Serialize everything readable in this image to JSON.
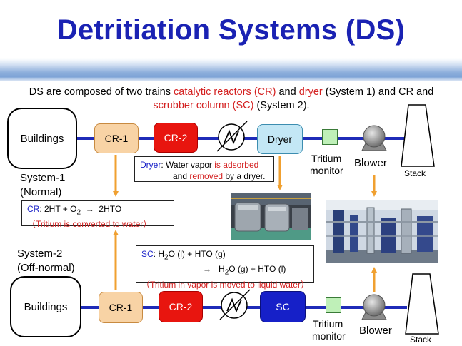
{
  "title": "Detritiation Systems (DS)",
  "intro": {
    "p1": "DS are composed of two trains ",
    "r1": "catalytic reactors (CR)",
    "p2": " and ",
    "r2": "dryer",
    "p3": " (System 1) and CR and ",
    "r3": "scrubber column (SC)",
    "p4": " (System 2)."
  },
  "system1": {
    "buildings": "Buildings",
    "cr1": "CR-1",
    "cr2": "CR-2",
    "dryer": "Dryer",
    "monitor_line1": "Tritium",
    "monitor_line2": "monitor",
    "blower": "Blower",
    "stack": "Stack",
    "name": "System-1",
    "mode": "(Normal)"
  },
  "system2": {
    "name": "System-2",
    "mode": "(Off-normal)",
    "buildings": "Buildings",
    "cr1": "CR-1",
    "cr2": "CR-2",
    "sc": "SC",
    "monitor_line1": "Tritium",
    "monitor_line2": "monitor",
    "blower": "Blower",
    "stack": "Stack"
  },
  "dryer_note": {
    "label": "Dryer",
    "text1": ": Water vapor ",
    "red1": "is adsorbed",
    "text2": "and ",
    "red2": "removed",
    "text3": " by a dryer."
  },
  "cr_note": {
    "label": "CR",
    "text1": ": 2HT  +  O",
    "sub1": "2",
    "arrow": "→",
    "text2": "2HTO",
    "red_line": "（Tritium is converted to water）"
  },
  "sc_note": {
    "label": "SC",
    "text1": ": H",
    "sub1": "2",
    "text2": "O (l)  +  HTO (g)",
    "arrow": "→",
    "text3": "H",
    "sub2": "2",
    "text4": "O (g)  +  HTO (l)",
    "red_line": "（Tritium in vapor is moved to liquid water）"
  },
  "colors": {
    "title": "#1a22b3",
    "flow_line": "#1f2bb8",
    "arrow": "#f0a030",
    "cr1": "#f8d3a5",
    "cr2": "#e8150f",
    "dryer": "#c3e7f5",
    "sc": "#1620c8",
    "monitor": "#bff0b8"
  }
}
